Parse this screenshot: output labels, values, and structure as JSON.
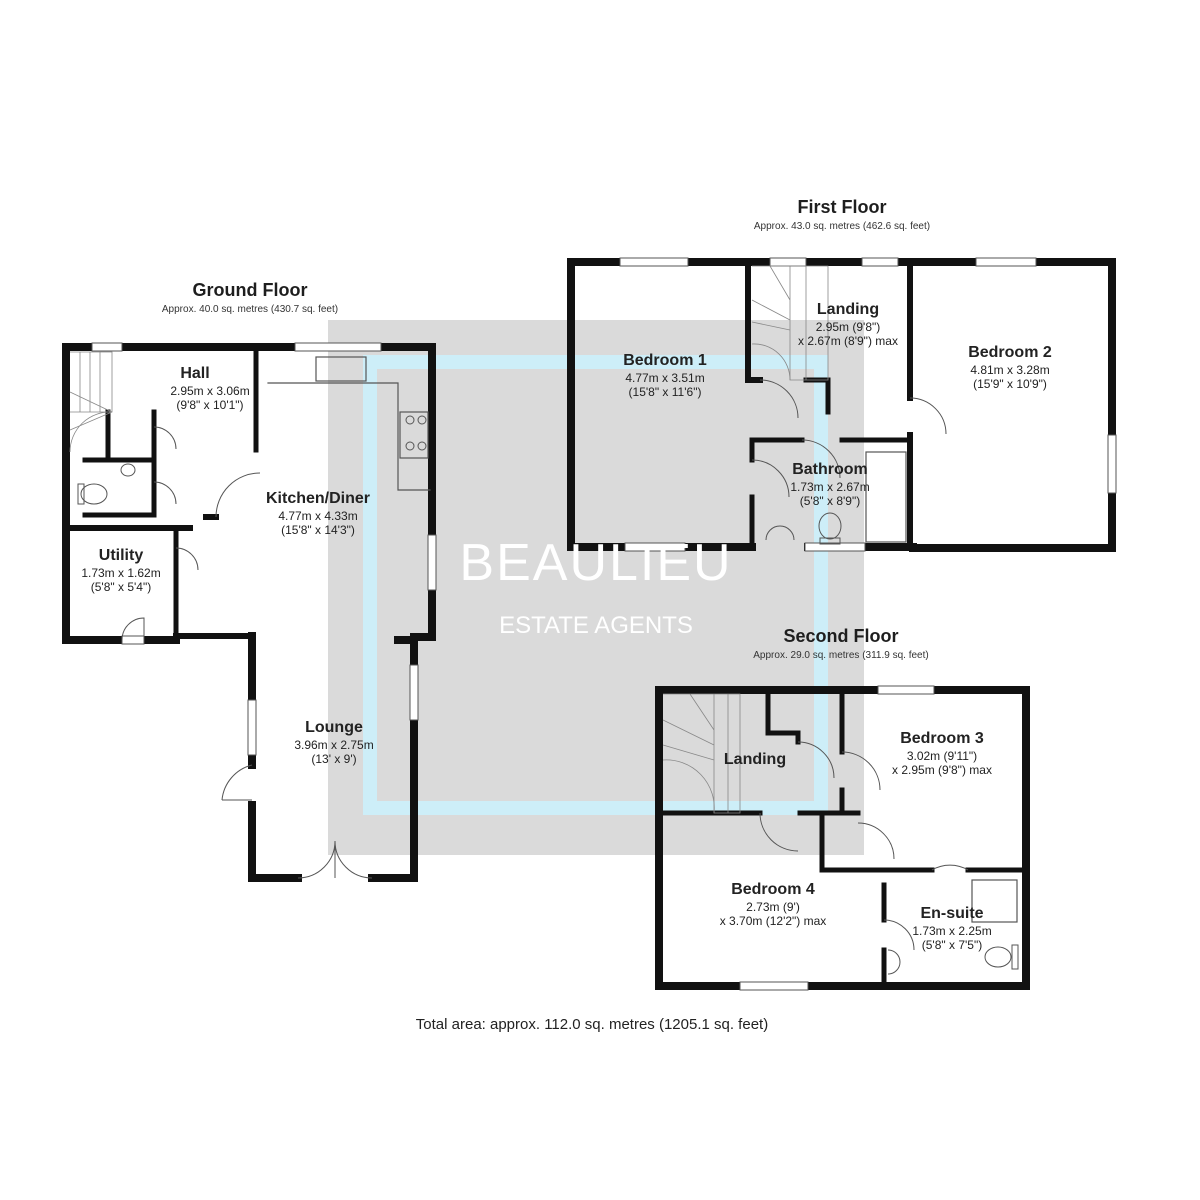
{
  "floors": {
    "ground": {
      "title": "Ground Floor",
      "area": "Approx. 40.0 sq. metres (430.7 sq. feet)"
    },
    "first": {
      "title": "First Floor",
      "area": "Approx. 43.0 sq. metres (462.6 sq. feet)"
    },
    "second": {
      "title": "Second Floor",
      "area": "Approx. 29.0 sq. metres (311.9 sq. feet)"
    }
  },
  "rooms": {
    "hall": {
      "name": "Hall",
      "line1": "2.95m x 3.06m",
      "line2": "(9'8\" x 10'1\")"
    },
    "kitchen": {
      "name": "Kitchen/Diner",
      "line1": "4.77m x 4.33m",
      "line2": "(15'8\" x 14'3\")"
    },
    "utility": {
      "name": "Utility",
      "line1": "1.73m x 1.62m",
      "line2": "(5'8\" x 5'4\")"
    },
    "lounge": {
      "name": "Lounge",
      "line1": "3.96m x 2.75m",
      "line2": "(13' x 9')"
    },
    "bedroom1": {
      "name": "Bedroom 1",
      "line1": "4.77m x 3.51m",
      "line2": "(15'8\" x 11'6\")"
    },
    "landing1": {
      "name": "Landing",
      "line1": "2.95m (9'8\")",
      "line2": "x 2.67m (8'9\") max"
    },
    "bedroom2": {
      "name": "Bedroom 2",
      "line1": "4.81m x 3.28m",
      "line2": "(15'9\" x 10'9\")"
    },
    "bathroom": {
      "name": "Bathroom",
      "line1": "1.73m x 2.67m",
      "line2": "(5'8\" x 8'9\")"
    },
    "landing2": {
      "name": "Landing"
    },
    "bedroom3": {
      "name": "Bedroom 3",
      "line1": "3.02m (9'11\")",
      "line2": "x 2.95m (9'8\") max"
    },
    "bedroom4": {
      "name": "Bedroom 4",
      "line1": "2.73m (9')",
      "line2": "x 3.70m (12'2\") max"
    },
    "ensuite": {
      "name": "En-suite",
      "line1": "1.73m x 2.25m",
      "line2": "(5'8\" x 7'5\")"
    }
  },
  "total_area": "Total area: approx. 112.0 sq. metres (1205.1 sq. feet)",
  "watermark": {
    "brand": "BEAULIEU",
    "tagline": "ESTATE AGENTS"
  },
  "colors": {
    "wall": "#111111",
    "watermark_bg": "#d9d9d9",
    "watermark_frame": "#cdeef8",
    "window": "#ffffff"
  }
}
